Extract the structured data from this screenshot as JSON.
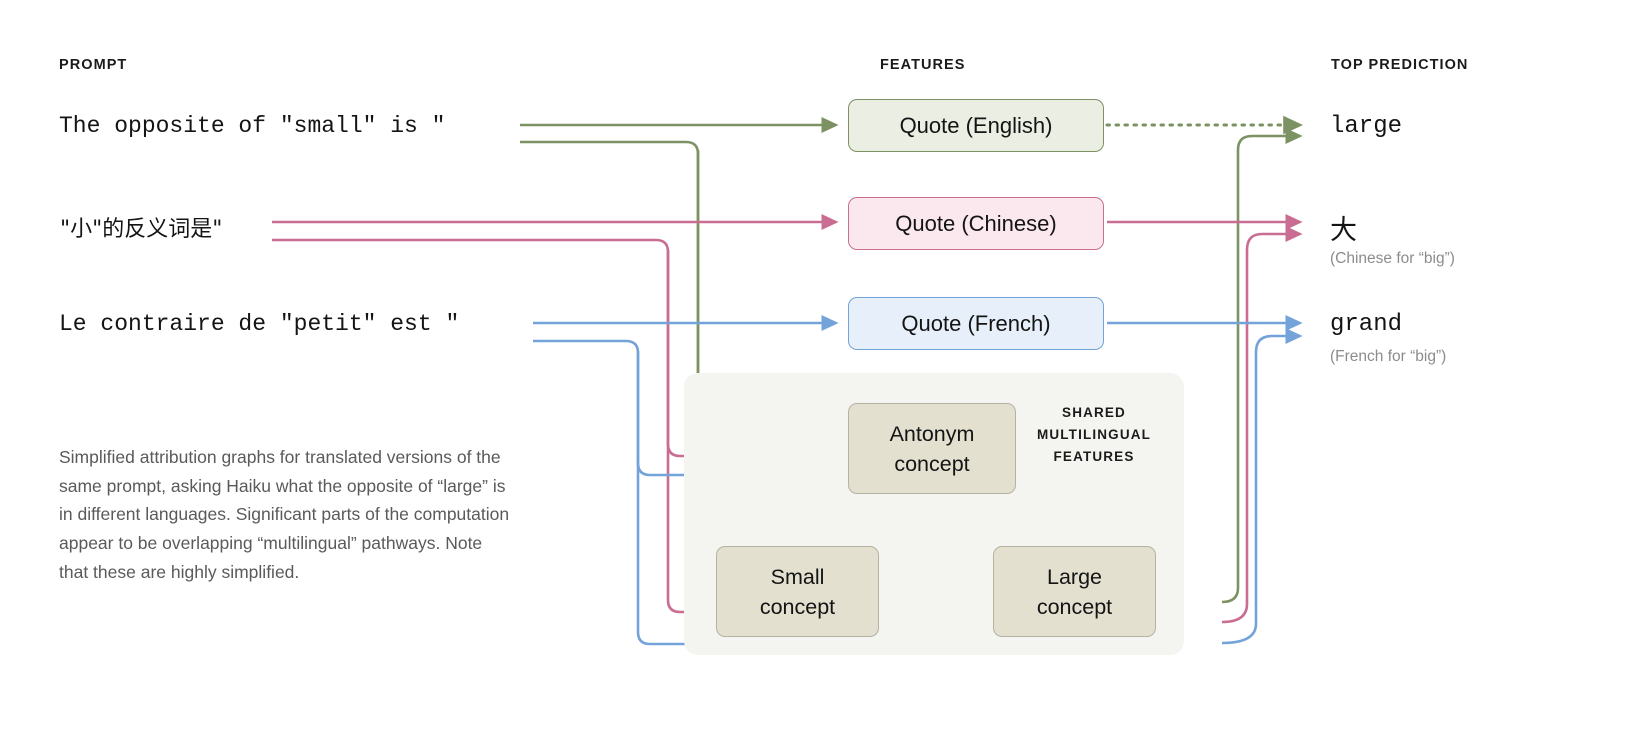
{
  "columns": {
    "prompt": "PROMPT",
    "features": "FEATURES",
    "prediction": "TOP PREDICTION"
  },
  "colors": {
    "english": "#7d9263",
    "chinese": "#c96d92",
    "french": "#74a3d9",
    "concept_fill": "#e3e0d0",
    "concept_border": "#b5b2a2",
    "panel_fill": "#f4f4f1",
    "english_fill": "#eaeee3",
    "chinese_fill": "#fae8ee",
    "french_fill": "#e7f0fa",
    "caption_text": "#5a5a5a",
    "sub_text": "#8c8c8c"
  },
  "rows": [
    {
      "key": "english",
      "prompt": "The opposite of \"small\" is \"",
      "feature": "Quote (English)",
      "prediction": "large",
      "prediction_note": ""
    },
    {
      "key": "chinese",
      "prompt": "\"小\"的反义词是\"",
      "feature": "Quote (Chinese)",
      "prediction": "大",
      "prediction_note": "(Chinese for “big”)"
    },
    {
      "key": "french",
      "prompt": "Le contraire de \"petit\" est \"",
      "feature": "Quote (French)",
      "prediction": "grand",
      "prediction_note": "(French for “big”)"
    }
  ],
  "shared_panel": {
    "label": "SHARED\nMULTILINGUAL\nFEATURES",
    "nodes": [
      {
        "key": "antonym",
        "label": "Antonym\nconcept"
      },
      {
        "key": "small",
        "label": "Small\nconcept"
      },
      {
        "key": "large",
        "label": "Large\nconcept"
      }
    ]
  },
  "caption": "Simplified attribution graphs for translated versions of the same prompt, asking Haiku what the opposite of “large” is in different languages. Significant parts of the computation appear to be overlapping “multilingual” pathways. Note that these are highly simplified."
}
